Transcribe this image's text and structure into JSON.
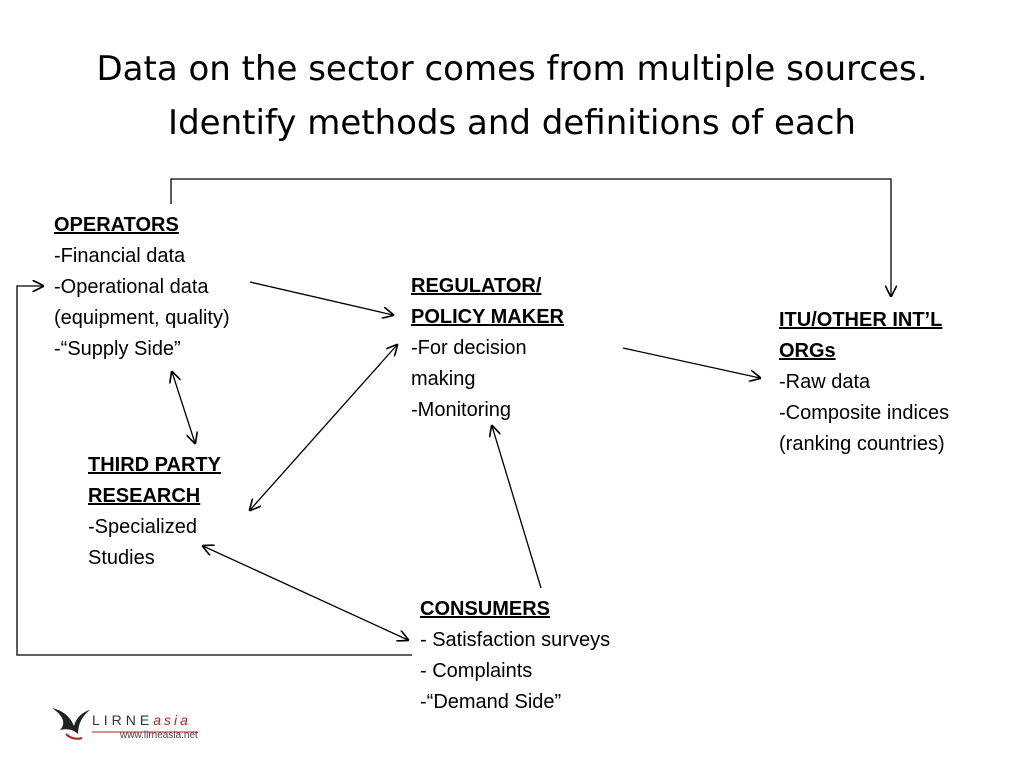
{
  "title": {
    "line1": "Data on the sector comes from multiple sources.",
    "line2": "Identify methods and definitions of each"
  },
  "operators": {
    "heading": "OPERATORS",
    "items": [
      "-Financial data",
      "-Operational data",
      "(equipment, quality)",
      "-“Supply Side”"
    ]
  },
  "regulator": {
    "heading_line1": "REGULATOR/",
    "heading_line2": "POLICY MAKER",
    "items": [
      "-For decision",
      "making",
      "-Monitoring"
    ]
  },
  "itu": {
    "heading_line1": "ITU/OTHER INT’L",
    "heading_line2": "ORGs",
    "items": [
      "-Raw data",
      "-Composite indices",
      "(ranking countries)"
    ]
  },
  "third_party": {
    "heading_line1": "THIRD PARTY",
    "heading_line2": "RESEARCH",
    "items": [
      "-Specialized",
      "Studies"
    ]
  },
  "consumers": {
    "heading": "CONSUMERS",
    "items": [
      "- Satisfaction surveys",
      "- Complaints",
      "-“Demand Side”"
    ]
  },
  "logo": {
    "name": "LIRNE",
    "tag": "asia",
    "url": "www.lirneasia.net",
    "colors": {
      "accent": "#b22222"
    }
  }
}
